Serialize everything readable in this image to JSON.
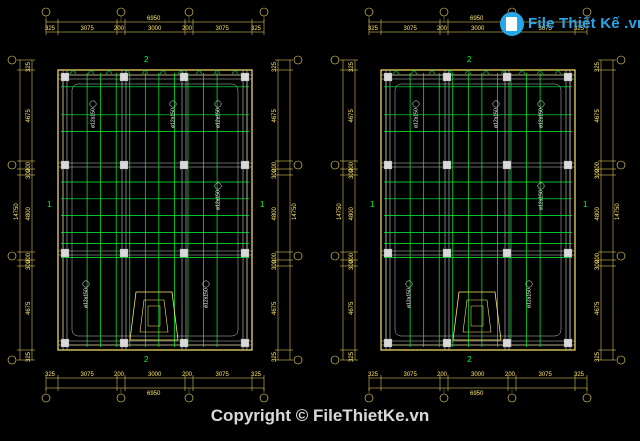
{
  "watermark": {
    "logo_text": "File Thiết Kế .vn",
    "copyright": "Copyright © FileThietKe.vn"
  },
  "drawing": {
    "overall_width": "6950",
    "overall_height": "14750",
    "top_dims": [
      "325",
      "3075",
      "200",
      "3000",
      "200",
      "3075",
      "325"
    ],
    "bottom_dims": [
      "325",
      "3075",
      "200",
      "3000",
      "200",
      "3075",
      "325"
    ],
    "side_dims": [
      "325",
      "4675",
      "200",
      "300",
      "4800",
      "200",
      "300",
      "4675",
      "325"
    ],
    "section_mark_top": "2",
    "section_mark_side": "1",
    "rebar_labels": [
      "ø12a150",
      "ø12a150",
      "ø12a150",
      "ø12a150",
      "ø12a150",
      "ø12a150"
    ]
  },
  "colors": {
    "background": "#000000",
    "border": "#ffe66a",
    "grid": "#c9c9c9",
    "rebar": "#00ff33",
    "dim": "#ffe66a",
    "column": "#d9d9d9",
    "logo": "#27a6e8"
  }
}
